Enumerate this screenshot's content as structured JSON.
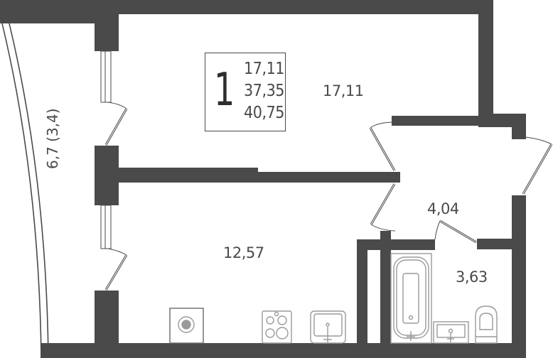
{
  "plan": {
    "wall_color": "#4a4a4a",
    "fixture_color": "#9a9a9a",
    "background": "#ffffff"
  },
  "legend": {
    "rooms_count": "1",
    "living_area": "17,11",
    "total_area": "37,35",
    "total_area_with_balcony": "40,75"
  },
  "rooms": [
    {
      "id": "living-room",
      "area": "17,11"
    },
    {
      "id": "kitchen",
      "area": "12,57"
    },
    {
      "id": "hallway",
      "area": "4,04"
    },
    {
      "id": "bathroom",
      "area": "3,63"
    },
    {
      "id": "balcony",
      "area": "6,7 (3,4)"
    }
  ],
  "fixtures": [
    "washing-machine",
    "stove",
    "kitchen-sink",
    "bathtub",
    "bathroom-sink",
    "toilet"
  ]
}
